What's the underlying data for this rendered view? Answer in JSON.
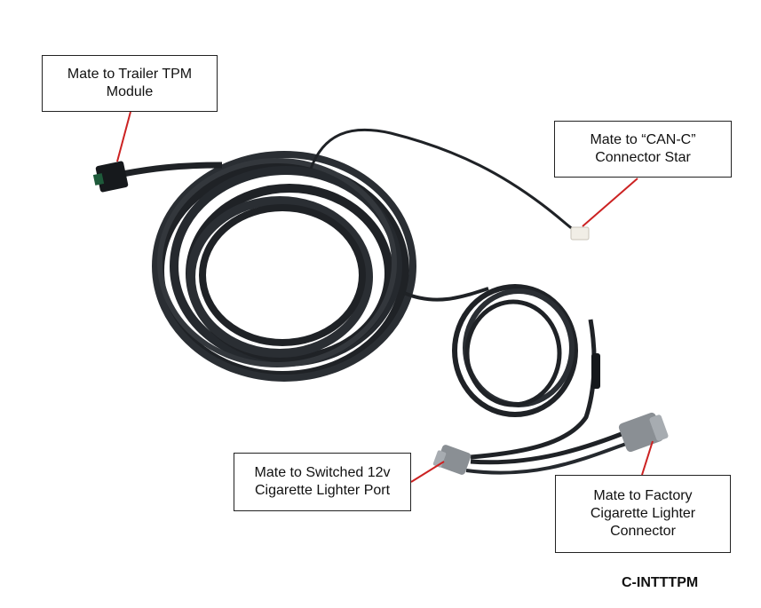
{
  "callouts": {
    "trailer_tpm": [
      "Mate to Trailer TPM",
      "Module"
    ],
    "can_c": [
      "Mate to “CAN-C”",
      "Connector Star"
    ],
    "switched_12v": [
      "Mate to Switched 12v",
      "Cigarette Lighter Port"
    ],
    "factory_lighter": [
      "Mate to Factory",
      "Cigarette Lighter",
      "Connector"
    ]
  },
  "part_number": "C-INTTTPM",
  "colors": {
    "cable": "#1f2226",
    "leader_line": "#cc2222",
    "connector_grey": "#8a8f94"
  }
}
